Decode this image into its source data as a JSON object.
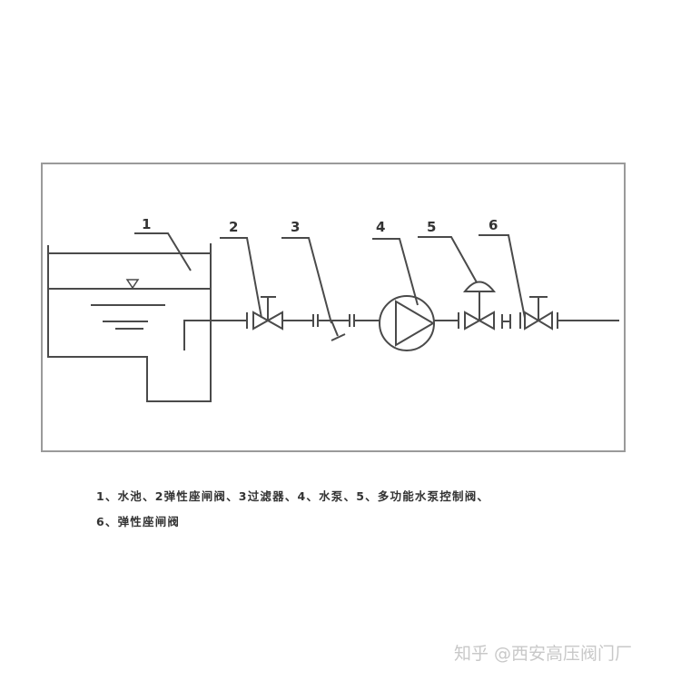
{
  "diagram": {
    "labels": [
      "1",
      "2",
      "3",
      "4",
      "5",
      "6"
    ],
    "components": [
      "water-tank",
      "resilient-seated-gate-valve",
      "filter",
      "water-pump",
      "multifunction-pump-control-valve",
      "resilient-seated-gate-valve"
    ]
  },
  "caption": {
    "line1": "1、水池、2弹性座闸阀、3过滤器、4、水泵、5、多功能水泵控制阀、",
    "line2": "6、弹性座闸阀"
  },
  "watermark": "知乎 @西安高压阀门厂"
}
